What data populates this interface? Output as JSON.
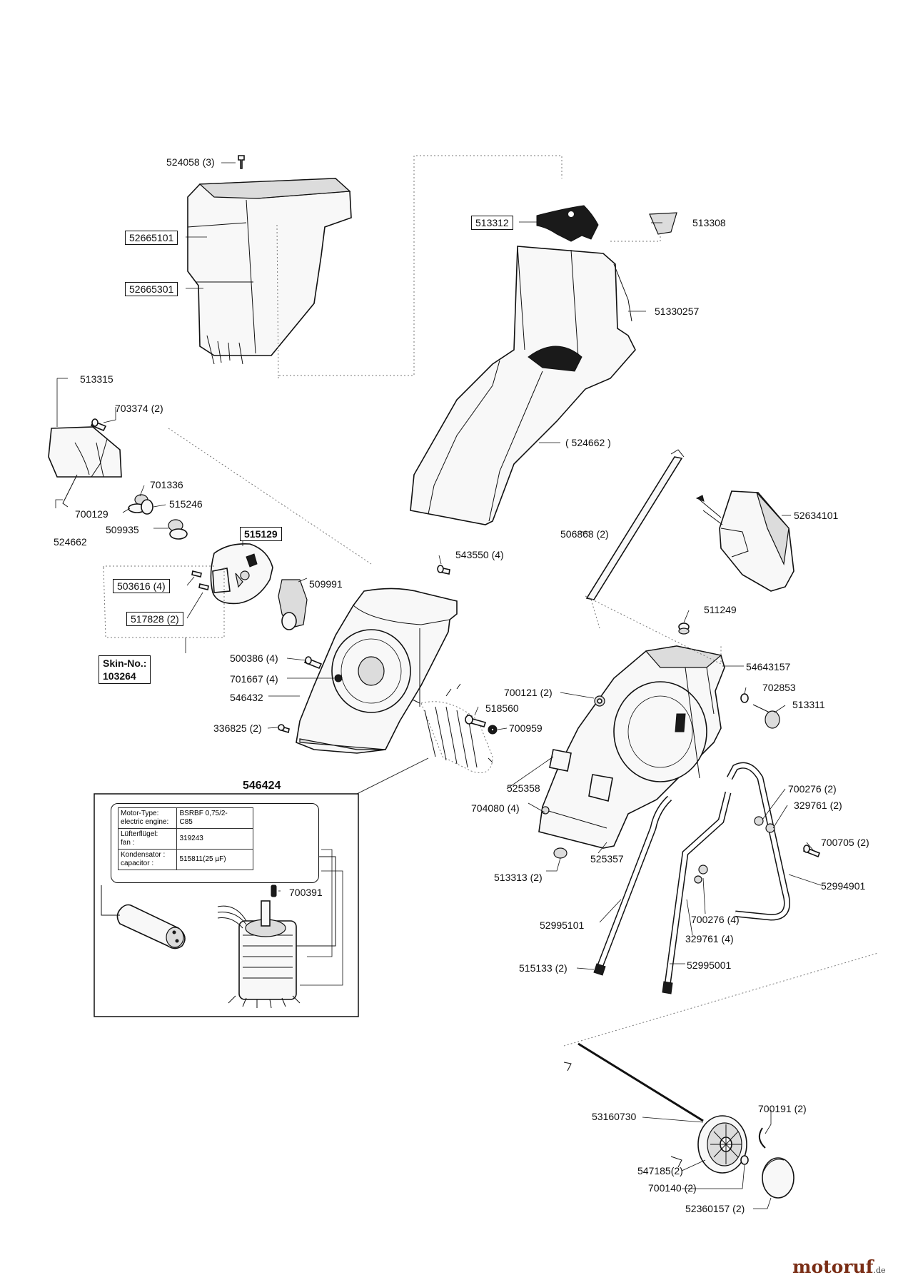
{
  "brand": {
    "name": "motoruf",
    "tld": ".de"
  },
  "labels": {
    "p524058": "524058 (3)",
    "p52665101": "52665101",
    "p52665301": "52665301",
    "p513312": "513312",
    "p513308": "513308",
    "p51330257": "51330257",
    "p513315": "513315",
    "p703374": "703374 (2)",
    "p524662_paren": "( 524662 )",
    "p701336": "701336",
    "p700129": "700129",
    "p515246": "515246",
    "p524662": "524662",
    "p509935": "509935",
    "p515129": "515129",
    "p506868": "506868 (2)",
    "p52634101": "52634101",
    "p543550": "543550 (4)",
    "p503616": "503616 (4)",
    "p509991": "509991",
    "p517828": "517828 (2)",
    "p511249": "511249",
    "skin_label": "Skin-No.:",
    "skin_value": "103264",
    "p500386": "500386 (4)",
    "p701667": "701667 (4)",
    "p546432": "546432",
    "p54643157": "54643157",
    "p700121": "700121 (2)",
    "p702853": "702853",
    "p518560": "518560",
    "p513311": "513311",
    "p700959": "700959",
    "p336825": "336825 (2)",
    "p546424": "546424",
    "p525358": "525358",
    "p700276a": "700276 (2)",
    "p329761a": "329761 (2)",
    "p704080": "704080 (4)",
    "p700705": "700705 (2)",
    "p525357": "525357",
    "p513313": "513313 (2)",
    "p52994901": "52994901",
    "p700391": "700391",
    "p700276b": "700276 (4)",
    "p52995101": "52995101",
    "p329761b": "329761 (4)",
    "p515133": "515133 (2)",
    "p52995001": "52995001",
    "p53160730": "53160730",
    "p700191": "700191 (2)",
    "p547185": "547185(2)",
    "p700140": "700140 (2)",
    "p52360157": "52360157 (2)"
  },
  "motor_table": {
    "rows": [
      {
        "key": "Motor-Type:",
        "key2": "electric engine:",
        "value": "BSRBF 0,75/2-",
        "value2": "C85"
      },
      {
        "key": "Lüfterflügel:",
        "key2": "fan :",
        "value": "319243",
        "value2": ""
      },
      {
        "key": "Kondensator :",
        "key2": "capacitor :",
        "value": "515811(25 µF)",
        "value2": ""
      }
    ]
  },
  "colors": {
    "line": "#111111",
    "part_fill": "#f7f7f7",
    "shade": "#d8d8d8",
    "dark": "#1a1a1a",
    "brand": "#7a2e16"
  }
}
